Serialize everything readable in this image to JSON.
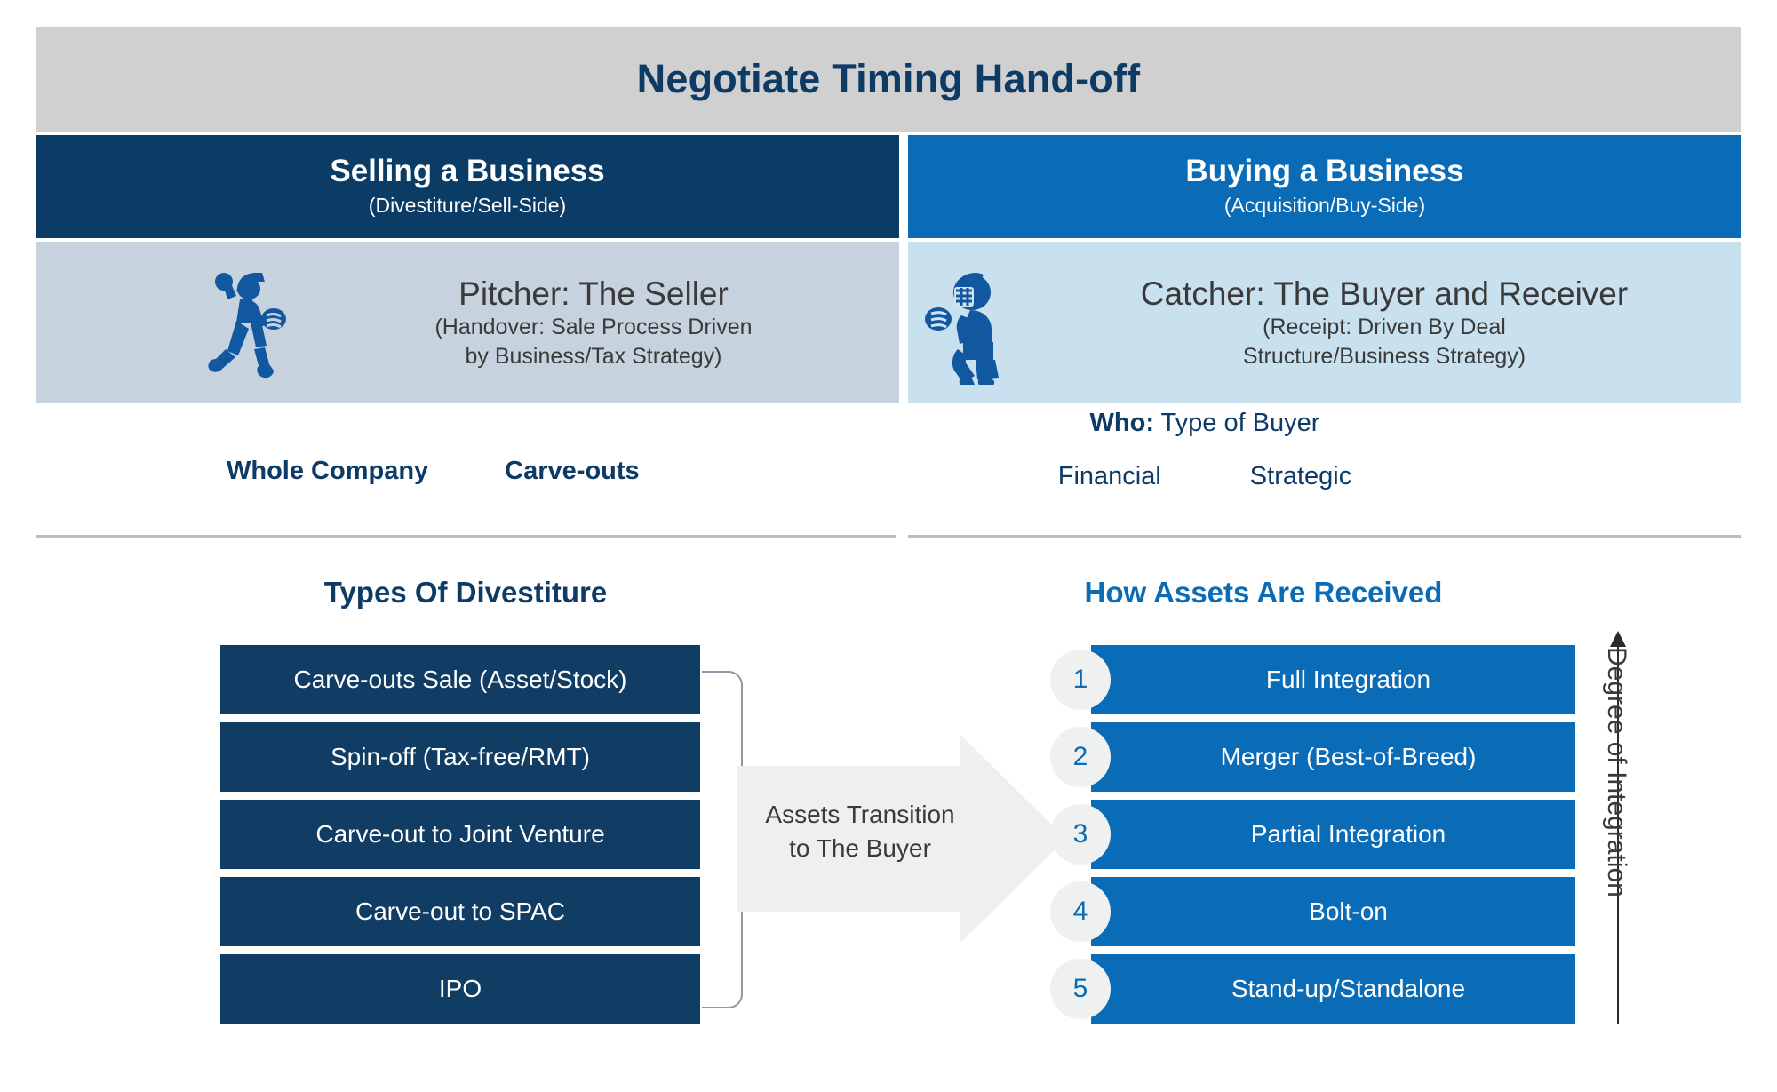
{
  "title": "Negotiate Timing Hand-off",
  "columns": {
    "left": {
      "heading": "Selling a Business",
      "subheading": "(Divestiture/Sell-Side)",
      "role_title": "Pitcher: The Seller",
      "role_sub_line1": "(Handover: Sale Process Driven",
      "role_sub_line2": "by Business/Tax Strategy)",
      "icon": "baseball-pitcher-icon",
      "header_color": "#0b3c65",
      "role_color": "#c6d3de"
    },
    "right": {
      "heading": "Buying a Business",
      "subheading": "(Acquisition/Buy-Side)",
      "role_title": "Catcher: The Buyer and Receiver",
      "role_sub_line1": "(Receipt: Driven By Deal",
      "role_sub_line2": "Structure/Business Strategy)",
      "icon": "baseball-catcher-icon",
      "header_color": "#0a6cb7",
      "role_color": "#c9e0ef"
    }
  },
  "mid": {
    "left_options": [
      "Whole Company",
      "Carve-outs"
    ],
    "who_label": "Who:",
    "who_value": " Type of Buyer",
    "right_options": [
      "Financial",
      "Strategic"
    ]
  },
  "sections": {
    "left_title": "Types Of Divestiture",
    "right_title": "How Assets Are Received"
  },
  "divestiture_types": [
    "Carve-outs Sale (Asset/Stock)",
    "Spin-off (Tax-free/RMT)",
    "Carve-out to Joint Venture",
    "Carve-out to SPAC",
    "IPO"
  ],
  "asset_receipt": [
    {
      "num": "1",
      "label": "Full Integration"
    },
    {
      "num": "2",
      "label": "Merger (Best-of-Breed)"
    },
    {
      "num": "3",
      "label": "Partial Integration"
    },
    {
      "num": "4",
      "label": "Bolt-on"
    },
    {
      "num": "5",
      "label": "Stand-up/Standalone"
    }
  ],
  "arrow": {
    "line1": "Assets Transition",
    "line2": "to The Buyer"
  },
  "axis": {
    "label": "Degree of Integration"
  },
  "colors": {
    "title_text": "#0d3b66",
    "title_bg": "#d0d0d0",
    "dark_blue": "#113c63",
    "bright_blue": "#0a6cb7",
    "arrow_grey": "#efefef",
    "rule": "#bdbdbd"
  }
}
